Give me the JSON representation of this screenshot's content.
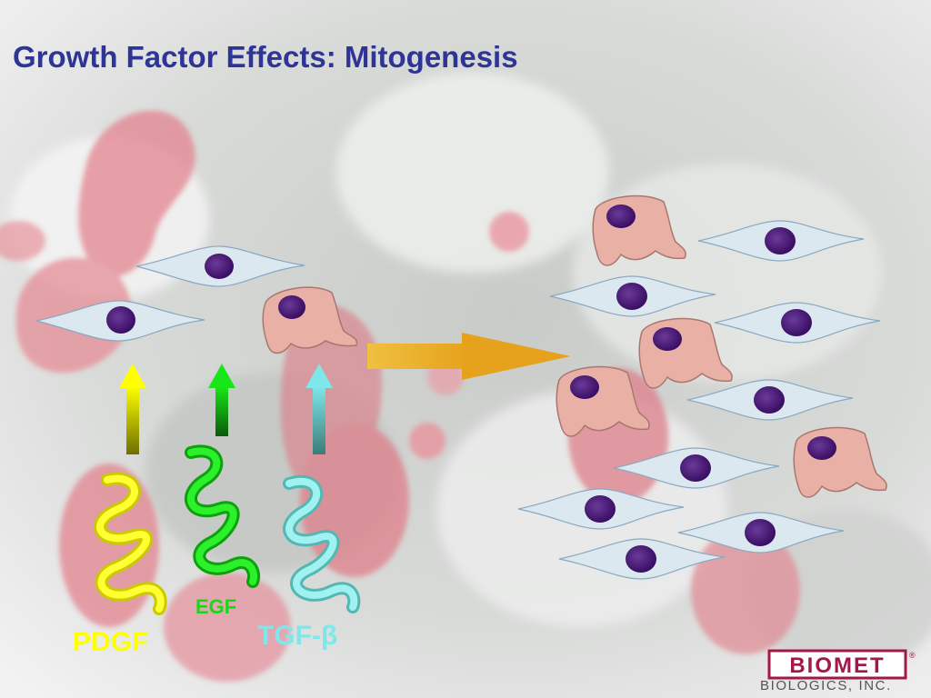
{
  "slide": {
    "title": "Growth Factor Effects: Mitogenesis"
  },
  "growth_factors": [
    {
      "label": "PDGF",
      "color": "#ffff00"
    },
    {
      "label": "EGF",
      "color": "#17d817"
    },
    {
      "label": "TGF-β",
      "color": "#7fe7ea"
    }
  ],
  "cells": {
    "fibroblast_color": "#dbe8f0",
    "myocyte_color": "#e9b0a6",
    "nucleus_color": "#4b1a78"
  },
  "process_arrow_color": "#ecb025",
  "brand": {
    "logo_text": "BIOMET",
    "registered_mark": "®",
    "subtitle": "BIOLOGICS, INC.",
    "logo_color": "#a1194a"
  }
}
